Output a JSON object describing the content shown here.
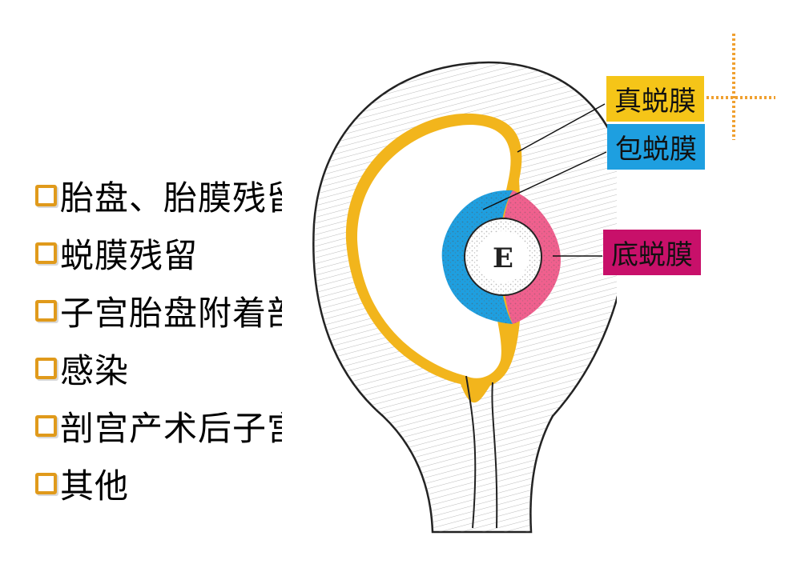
{
  "list": {
    "items": [
      {
        "text": "胎盘、胎膜残留"
      },
      {
        "text": "蜕膜残留"
      },
      {
        "text": "子宫胎盘附着部复旧不全"
      },
      {
        "text": "感染"
      },
      {
        "text": "剖宫产术后子宫切口裂开"
      },
      {
        "text": "其他"
      }
    ]
  },
  "diagram": {
    "embryo_label": "E",
    "labels": {
      "true_decidua": "真蜕膜",
      "capsular_decidua": "包蜕膜",
      "basal_decidua": "底蜕膜"
    }
  },
  "colors": {
    "bullet": "#e09a1b",
    "true_decidua_bg": "#f5c518",
    "capsular_decidua_bg": "#1e9fe0",
    "basal_decidua_bg": "#c8106a",
    "decoration": "#f0a030"
  }
}
